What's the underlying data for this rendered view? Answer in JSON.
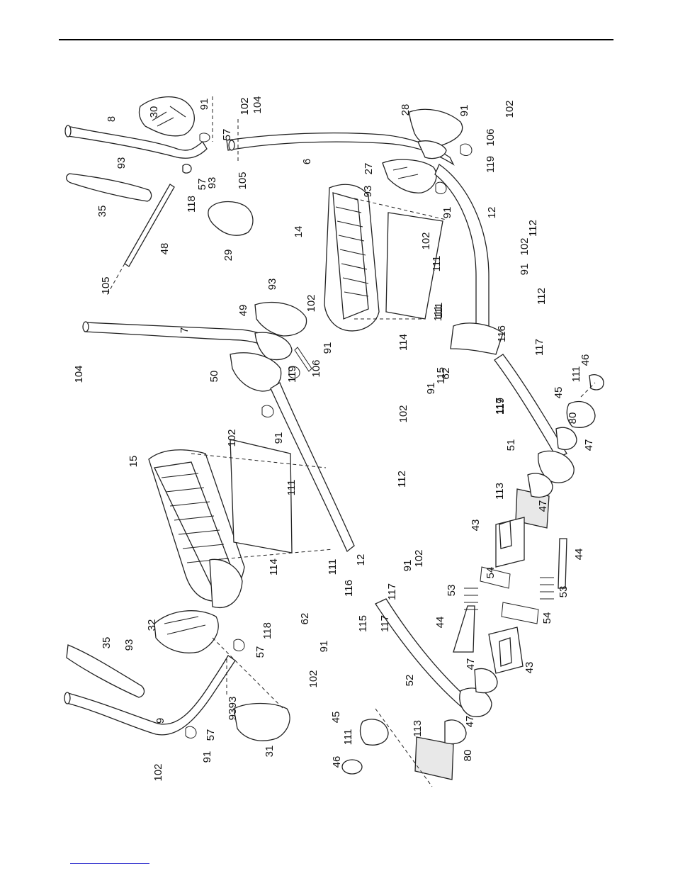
{
  "labels": [
    "8",
    "30",
    "91",
    "102",
    "104",
    "57",
    "6",
    "28",
    "91",
    "102",
    "106",
    "93",
    "93",
    "105",
    "27",
    "93",
    "119",
    "35",
    "118",
    "57",
    "12",
    "91",
    "112",
    "102",
    "29",
    "14",
    "102",
    "111",
    "91",
    "111",
    "48",
    "112",
    "111",
    "105",
    "93",
    "49",
    "102",
    "114",
    "116",
    "117",
    "7",
    "91",
    "106",
    "62",
    "115",
    "104",
    "50",
    "119",
    "91",
    "102",
    "46",
    "111",
    "119",
    "45",
    "117",
    "80",
    "15",
    "102",
    "91",
    "51",
    "47",
    "112",
    "111",
    "47",
    "113",
    "43",
    "114",
    "111",
    "54",
    "12",
    "91",
    "102",
    "53",
    "44",
    "117",
    "116",
    "62",
    "53",
    "54",
    "44",
    "117",
    "115",
    "32",
    "118",
    "91",
    "35",
    "93",
    "57",
    "102",
    "43",
    "47",
    "52",
    "93",
    "113",
    "93",
    "47",
    "45",
    "111",
    "80",
    "9",
    "57",
    "46",
    "31",
    "102",
    "91"
  ]
}
